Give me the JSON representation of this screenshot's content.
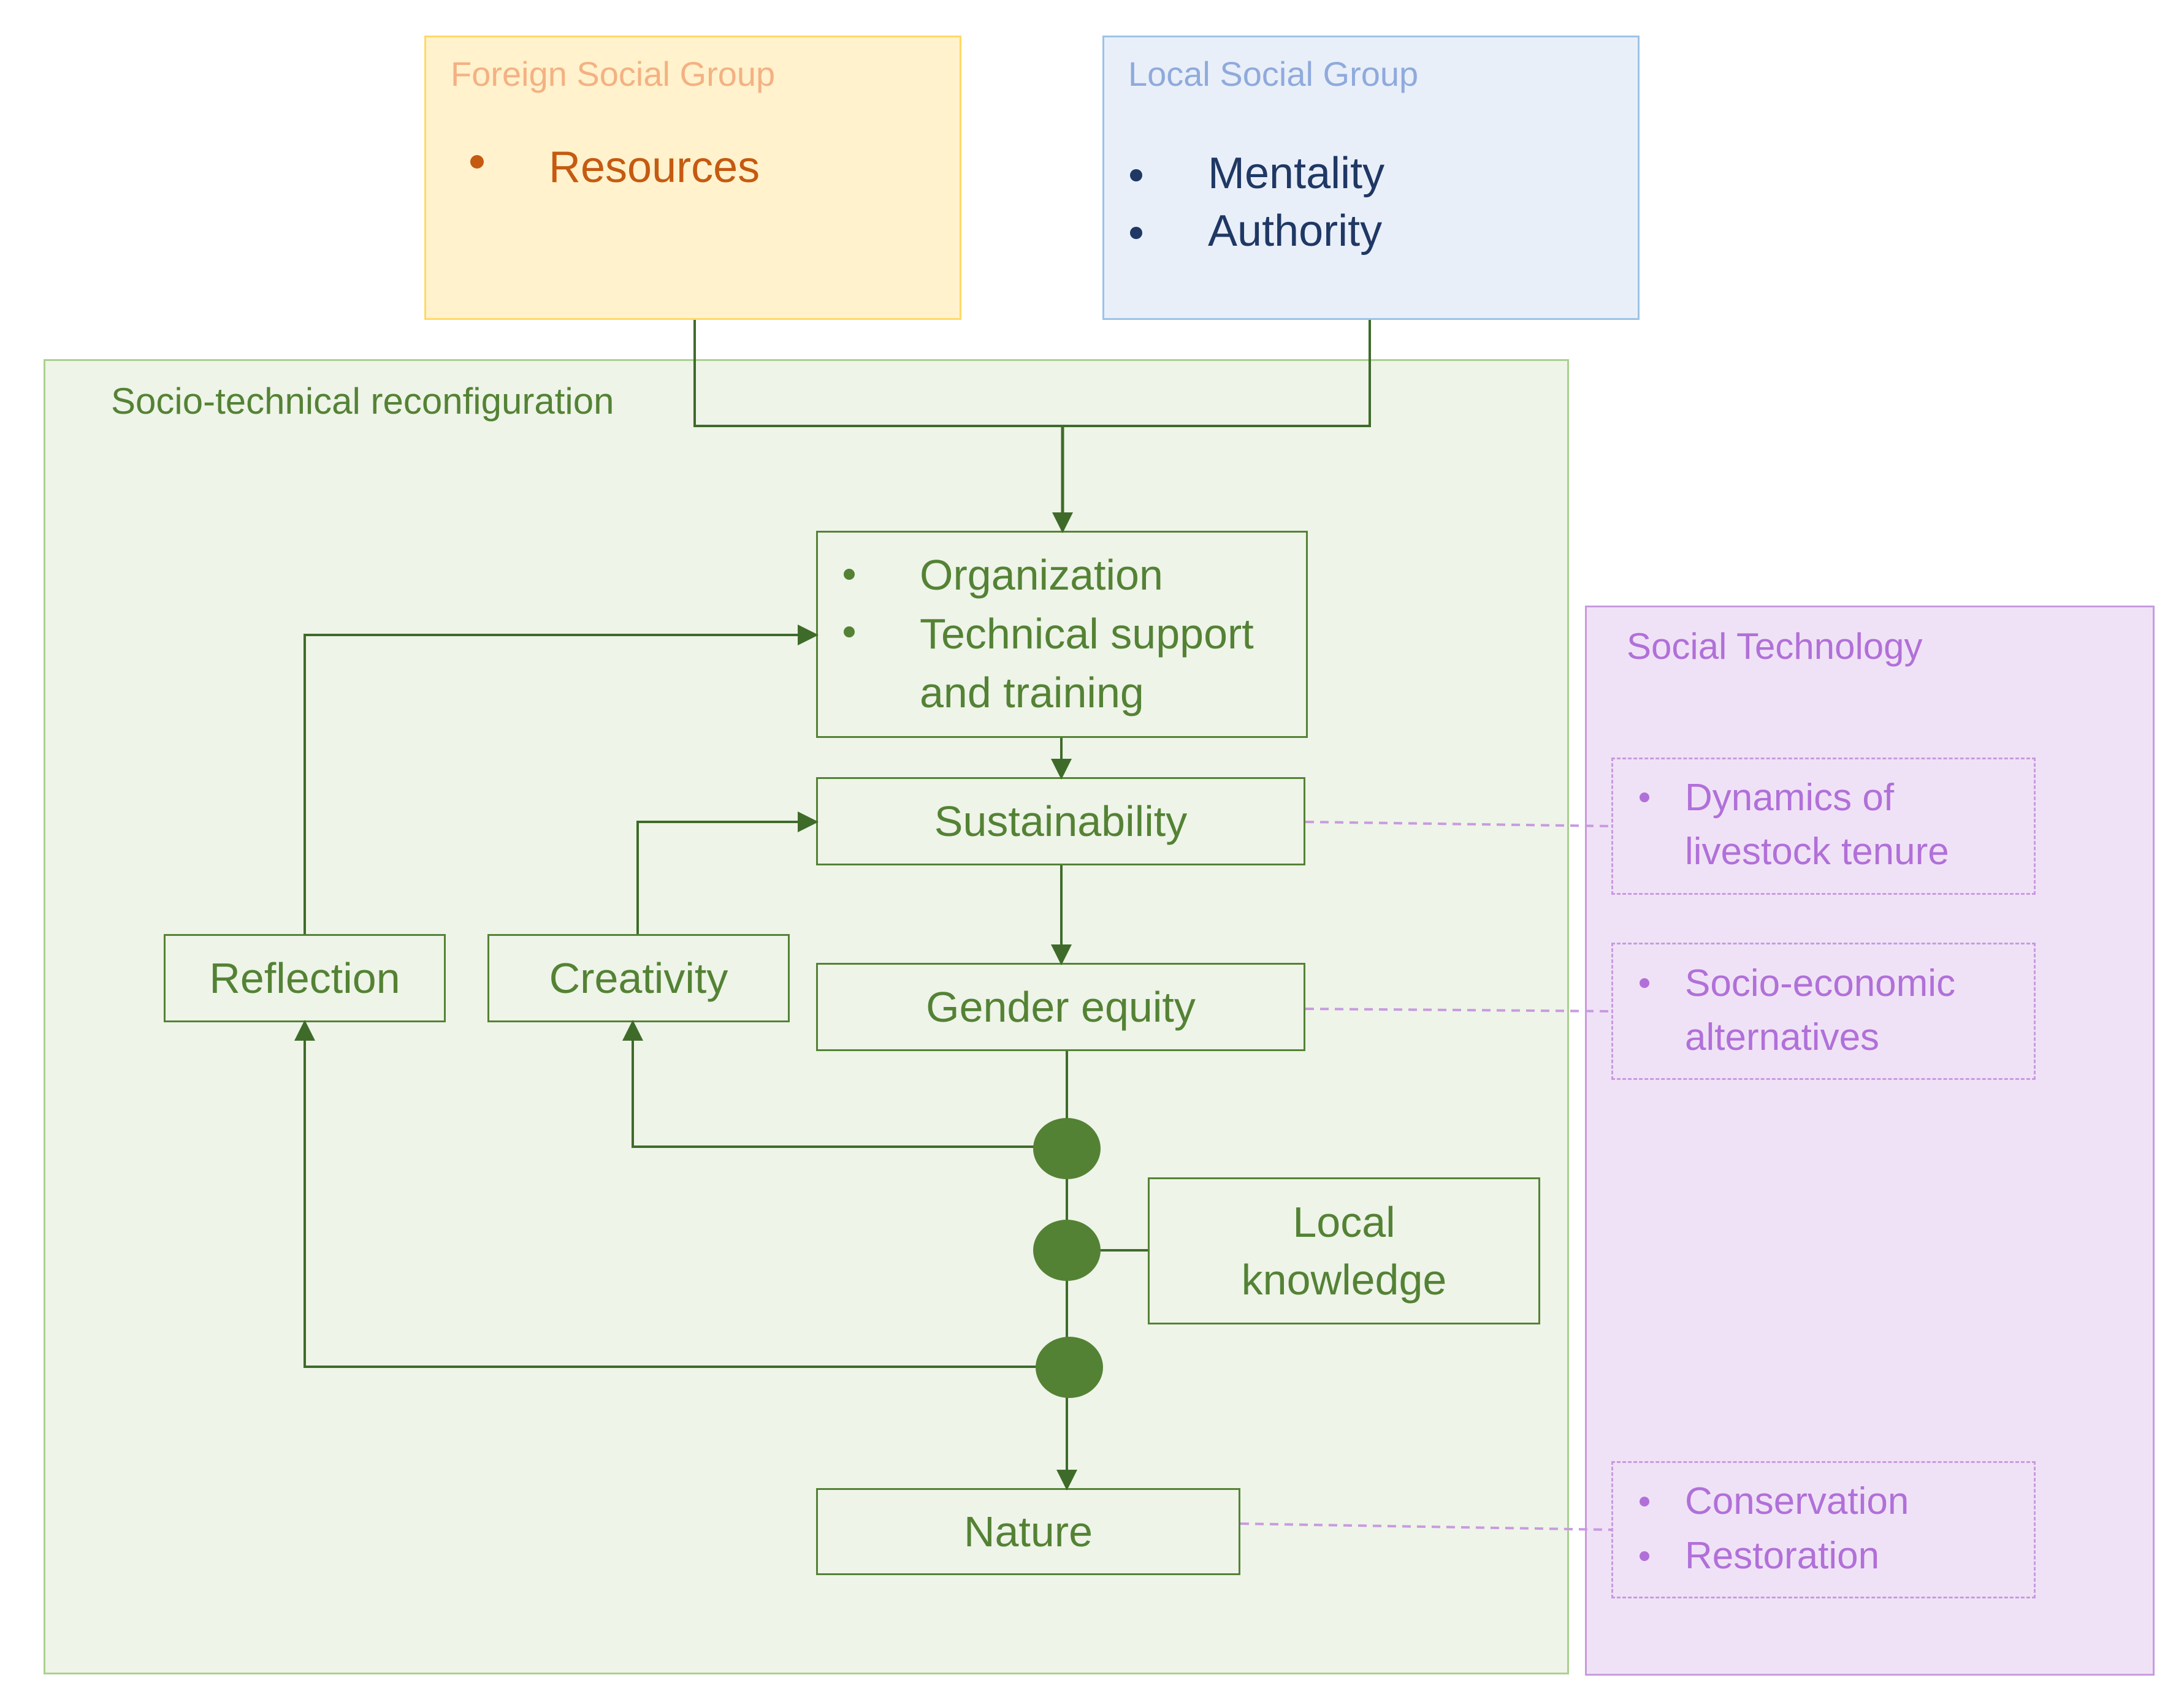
{
  "colors": {
    "green_dark": "#548235",
    "green_text": "#548235",
    "green_fill": "#eef4e8",
    "green_border": "#a9d18e",
    "foreign_fill": "#fff2cc",
    "foreign_border": "#ffd966",
    "foreign_title": "#f4b183",
    "foreign_item": "#c55a11",
    "local_fill": "#e9eff9",
    "local_border": "#9dc3e6",
    "local_title": "#8faadc",
    "local_item": "#1f3864",
    "tech_fill": "#f0e2f6",
    "tech_border": "#c89be0",
    "tech_text": "#b170d9"
  },
  "foreign": {
    "title": "Foreign Social Group",
    "items": [
      "Resources"
    ]
  },
  "local": {
    "title": "Local Social Group",
    "items": [
      "Mentality",
      "Authority"
    ]
  },
  "recon": {
    "title": "Socio-technical reconfiguration"
  },
  "org": {
    "items": [
      "Organization",
      "Technical support and  training"
    ]
  },
  "nodes": {
    "sustainability": "Sustainability",
    "gender": "Gender equity",
    "reflection": "Reflection",
    "creativity": "Creativity",
    "local_knowledge": "Local knowledge",
    "nature": "Nature"
  },
  "tech": {
    "title": "Social Technology",
    "groups": [
      [
        "Dynamics of livestock tenure"
      ],
      [
        "Socio-economic alternatives"
      ],
      [
        "Conservation",
        "Restoration"
      ]
    ]
  }
}
